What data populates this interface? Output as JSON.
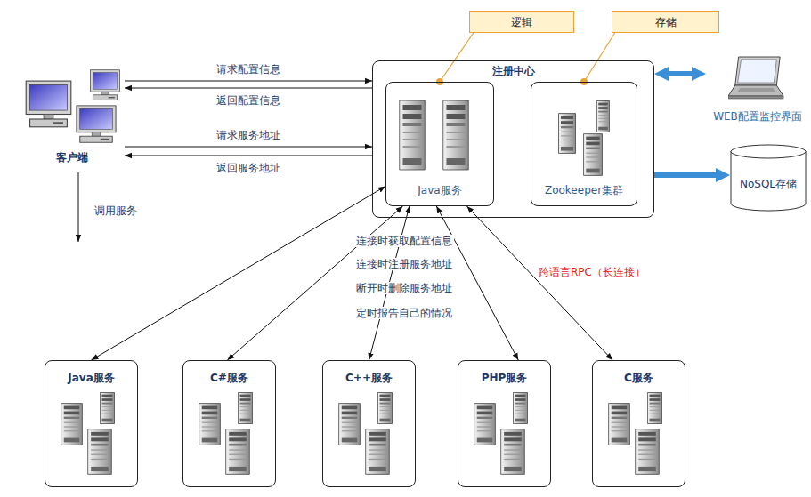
{
  "diagram": {
    "nodes": [
      {
        "text": [
          "逻辑"
        ]
      },
      {
        "text": [
          "存储"
        ]
      },
      {
        "text": [
          "客户端"
        ]
      },
      {
        "text": [
          "注册中心"
        ]
      },
      {
        "text": [
          "Java服务"
        ],
        "in": 3
      },
      {
        "text": [
          "Zookeeper集群"
        ],
        "in": 3
      },
      {
        "text": [
          "WEB配置监控界面"
        ]
      },
      {
        "text": [
          "NoSQL存储"
        ]
      },
      {
        "text": [
          "Java服务"
        ]
      },
      {
        "text": [
          "C#服务"
        ]
      },
      {
        "text": [
          "C++服务"
        ]
      },
      {
        "text": [
          "PHP服务"
        ]
      },
      {
        "text": [
          "C服务"
        ]
      }
    ],
    "edges": [
      {
        "from": 0,
        "to": 4,
        "arrow": "none"
      },
      {
        "from": 1,
        "to": 5,
        "arrow": "none"
      },
      {
        "from": 2,
        "to": 3,
        "arrow": "to",
        "label": "请求配置信息"
      },
      {
        "from": 3,
        "to": 2,
        "arrow": "to",
        "label": "返回配置信息"
      },
      {
        "from": 2,
        "to": 3,
        "arrow": "to",
        "label": "请求服务地址"
      },
      {
        "from": 3,
        "to": 2,
        "arrow": "to",
        "label": "返回服务地址"
      },
      {
        "from": 3,
        "to": 6,
        "arrow": "both"
      },
      {
        "from": 3,
        "to": 7,
        "arrow": "to"
      },
      {
        "from": 4,
        "to": 8,
        "arrow": "both"
      },
      {
        "from": 4,
        "to": 9,
        "arrow": "both"
      },
      {
        "from": 4,
        "to": 10,
        "arrow": "both"
      },
      {
        "from": 4,
        "to": 11,
        "arrow": "both"
      },
      {
        "from": 4,
        "to": 12,
        "arrow": "both"
      }
    ],
    "labels": [
      "调用服务",
      "连接时获取配置信息",
      "连接时注册服务地址",
      "断开时删除服务地址",
      "定时报告自己的情况",
      "跨语言RPC（长连接）"
    ]
  }
}
